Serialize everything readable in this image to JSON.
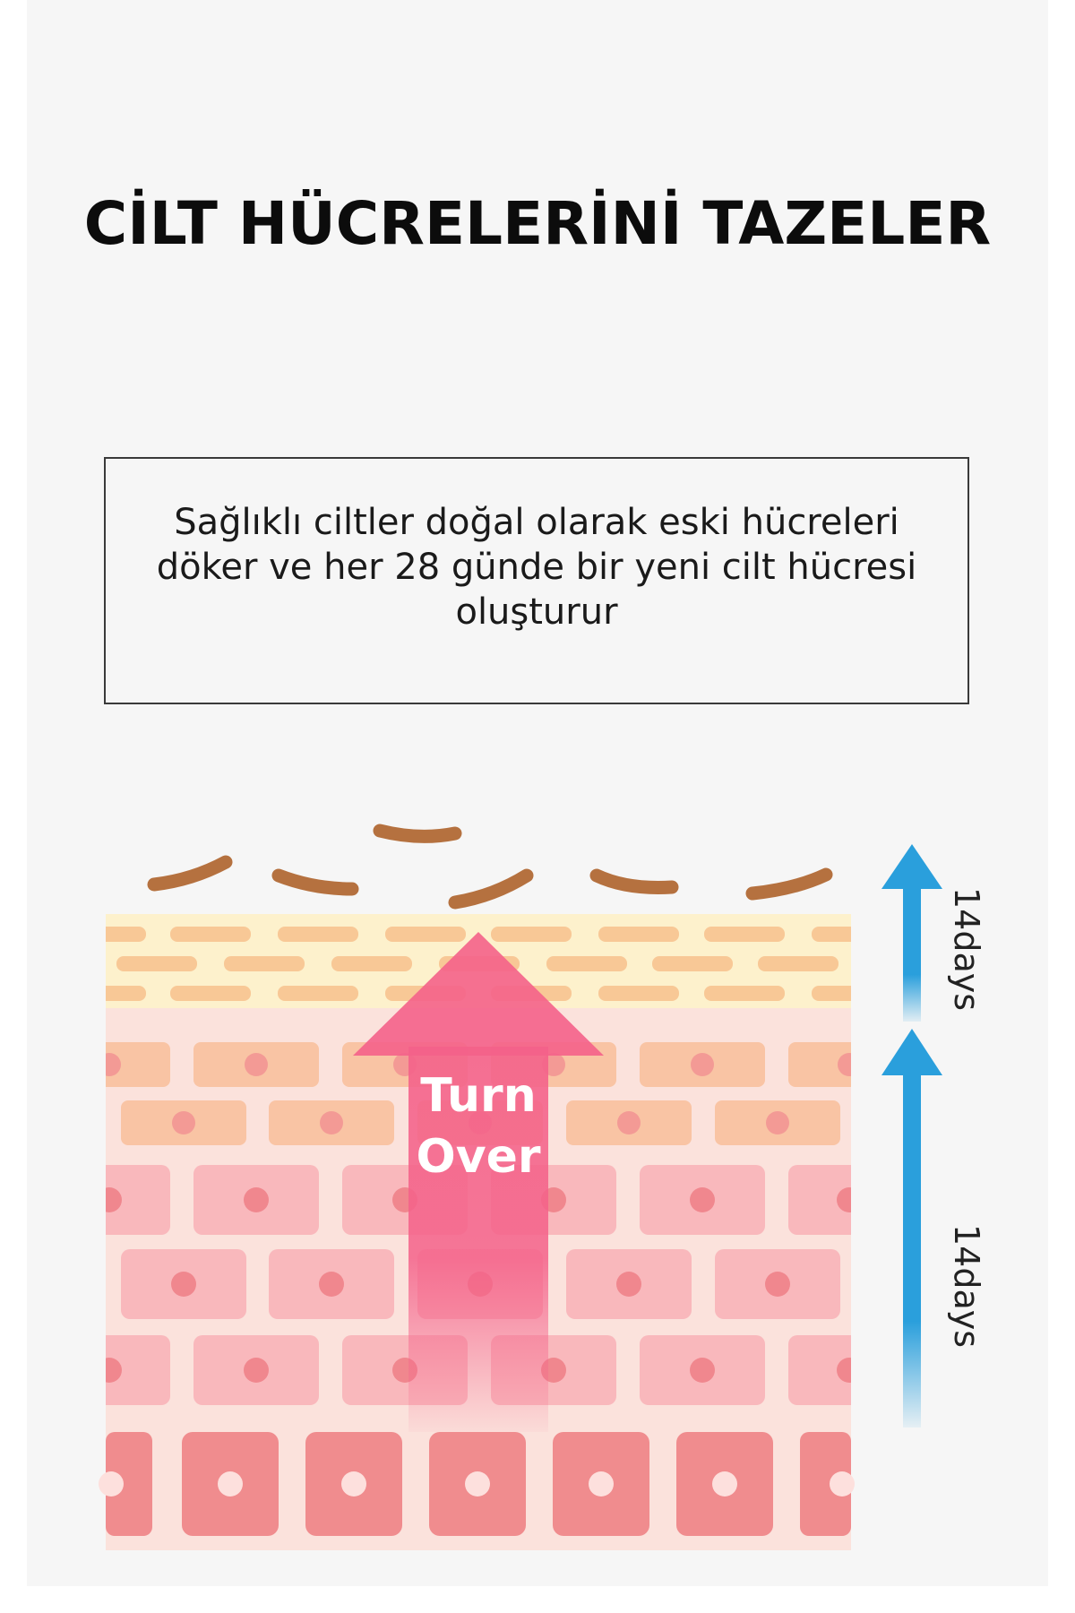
{
  "page": {
    "title": "CİLT HÜCRELERİNİ TAZELER",
    "description": "Sağlıklı ciltler doğal olarak eski hücreleri döker ve her 28 günde bir yeni cilt hücresi oluşturur"
  },
  "diagram": {
    "arrow_label_line1": "Turn",
    "arrow_label_line2": "Over",
    "upper_stage_label": "14days",
    "lower_stage_label": "14days",
    "colors": {
      "flake": "#b5713f",
      "top_layer_bg": "#fdf1cc",
      "top_layer_cell": "#f8c896",
      "upper_cell": "#f9c4a4",
      "mid_cell": "#f9b8bc",
      "base_cell": "#f08c8e",
      "turnover_arrow": "#f4628a",
      "stage_arrow": "#2a9fdc"
    }
  }
}
